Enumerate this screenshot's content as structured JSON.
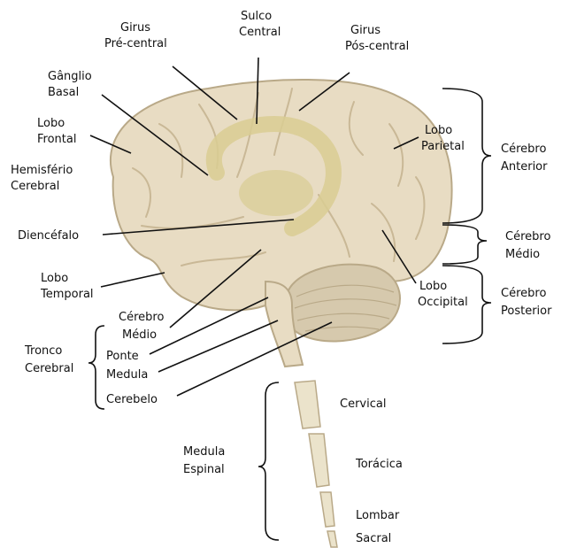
{
  "colors": {
    "brain_fill": "#e8dcc3",
    "brain_outline": "#b9a988",
    "sulci": "#c9b896",
    "basal_ganglia": "#d9cc93",
    "cerebellum": "#d6c9ad",
    "spinal_cord": "#ebe3cb",
    "leader_lines": "#111111"
  },
  "labels": {
    "girus_precentral": [
      "Girus",
      "Pré-central"
    ],
    "sulco_central": [
      "Sulco",
      "Central"
    ],
    "girus_poscentral": [
      "Girus",
      "Pós-central"
    ],
    "ganglio_basal": [
      "Gânglio",
      "Basal"
    ],
    "lobo_frontal": [
      "Lobo",
      "Frontal"
    ],
    "hemisferio_cerebral": [
      "Hemisfério",
      "Cerebral"
    ],
    "diencefalo": "Diencéfalo",
    "lobo_temporal": [
      "Lobo",
      "Temporal"
    ],
    "lobo_parietal": [
      "Lobo",
      "Parietal"
    ],
    "lobo_occipital": [
      "Lobo",
      "Occipital"
    ],
    "cerebro_medio_stem": [
      "Cérebro",
      "Médio"
    ],
    "ponte": "Ponte",
    "medula": "Medula",
    "cerebelo": "Cerebelo",
    "tronco_cerebral": [
      "Tronco",
      "Cerebral"
    ],
    "medula_espinal": [
      "Medula",
      "Espinal"
    ],
    "cervical": "Cervical",
    "toracica": "Torácica",
    "lombar": "Lombar",
    "sacral": "Sacral"
  },
  "groups": {
    "cerebro_anterior": [
      "Cérebro",
      "Anterior"
    ],
    "cerebro_medio": [
      "Cérebro",
      "Médio"
    ],
    "cerebro_posterior": [
      "Cérebro",
      "Posterior"
    ]
  }
}
